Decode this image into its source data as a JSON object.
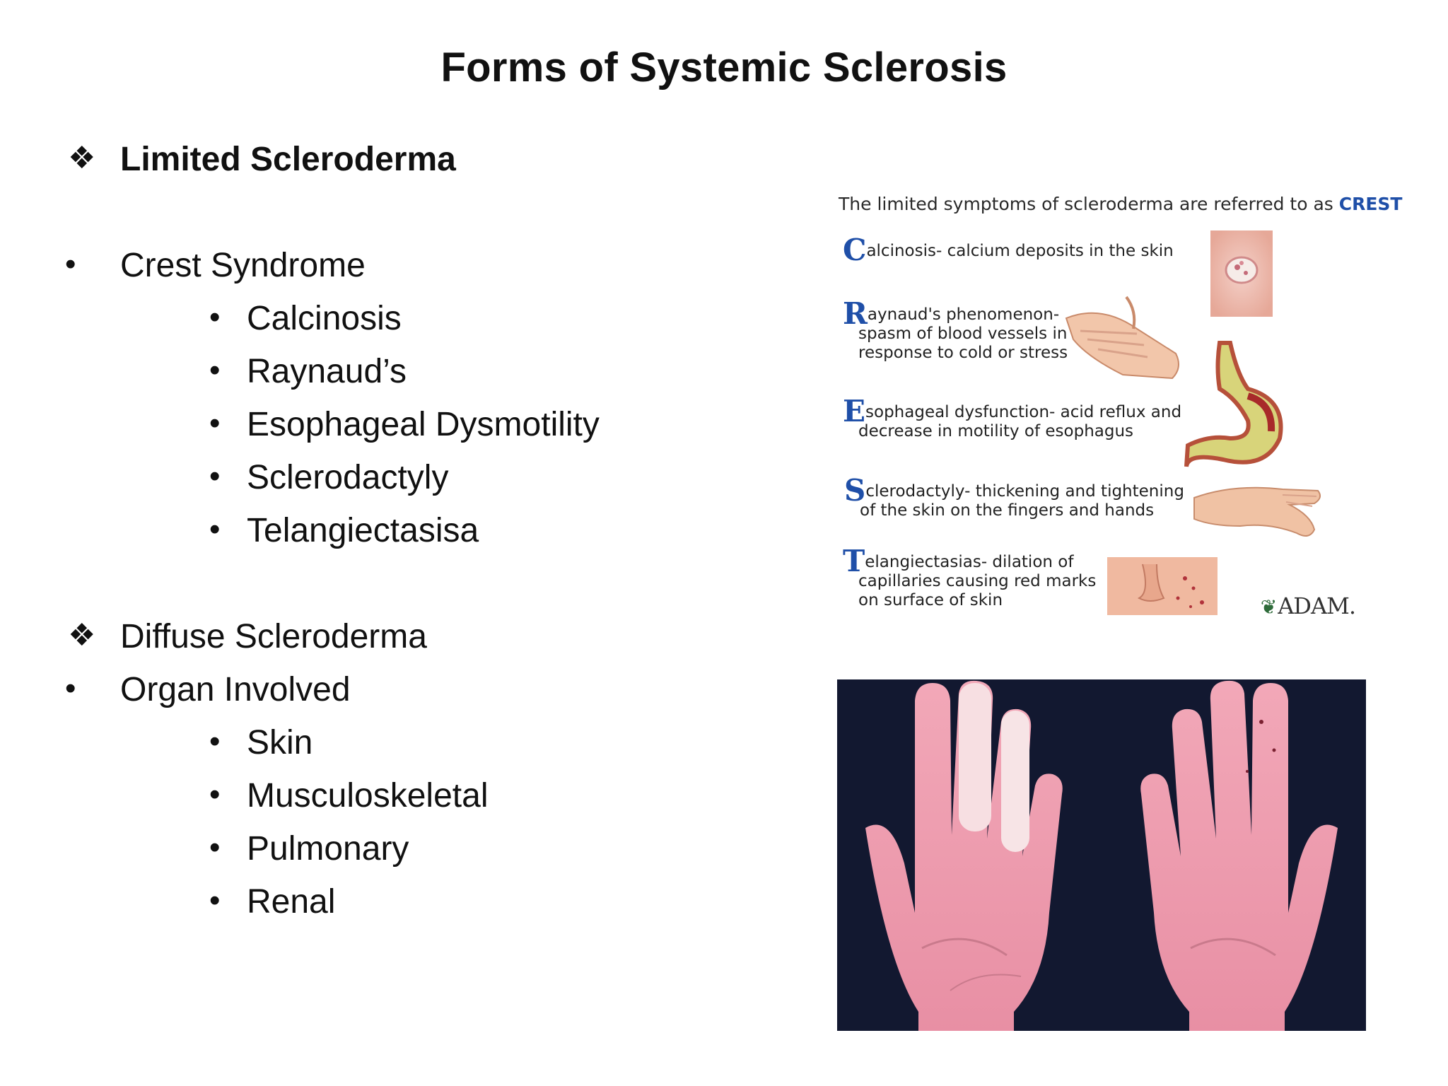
{
  "slide": {
    "title": "Forms of Systemic Sclerosis",
    "limited": {
      "heading": "Limited Scleroderma",
      "crest_label": "Crest Syndrome",
      "crest_items": [
        "Calcinosis",
        "Raynaud’s",
        "Esophageal Dysmotility",
        "Sclerodactyly",
        "Telangiectasisa"
      ]
    },
    "diffuse": {
      "heading": "Diffuse Scleroderma",
      "organ_label": "Organ Involved",
      "organs": [
        "Skin",
        "Musculoskeletal",
        "Pulmonary",
        "Renal"
      ]
    },
    "bullet_glyphs": {
      "diamond": "❖",
      "dot": "•"
    }
  },
  "crest_figure": {
    "header_text": "The limited symptoms of scleroderma are referred to as",
    "header_highlight": "CREST",
    "items": [
      {
        "letter": "C",
        "line1": "alcinosis- calcium deposits in the skin",
        "line2": "",
        "line3": ""
      },
      {
        "letter": "R",
        "line1": "aynaud's phenomenon-",
        "line2": "spasm of blood vessels in",
        "line3": "response to cold or stress"
      },
      {
        "letter": "E",
        "line1": "sophageal dysfunction- acid reflux and",
        "line2": "decrease in motility of esophagus",
        "line3": ""
      },
      {
        "letter": "S",
        "line1": "clerodactyly- thickening and tightening",
        "line2": "of the skin on the fingers and hands",
        "line3": ""
      },
      {
        "letter": "T",
        "line1": "elangiectasias- dilation of",
        "line2": "capillaries causing red marks",
        "line3": "on surface of skin"
      }
    ],
    "credit": "ADAM.",
    "accent_color": "#1f4fa8"
  }
}
